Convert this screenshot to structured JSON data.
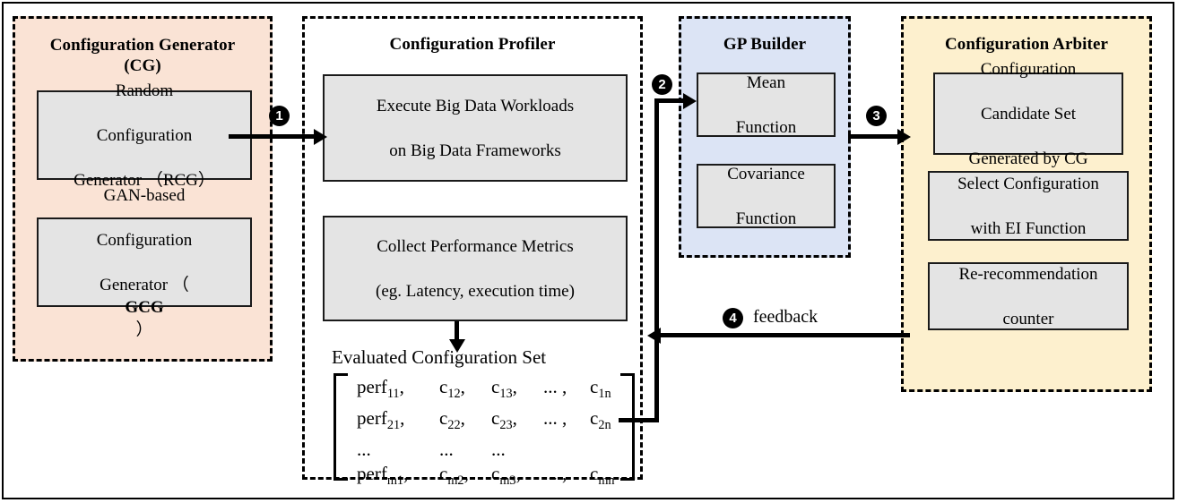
{
  "diagram": {
    "title_hidden": "Big Data configuration tuning framework",
    "colors": {
      "generator_panel": "#fae3d5",
      "gp_panel": "#dce4f5",
      "arbiter_panel": "#fdf0ce",
      "inner_box": "#e4e4e4",
      "stroke": "#000000"
    }
  },
  "panels": {
    "generator": {
      "title_line1": "Configuration Generator",
      "title_line2": "(CG)",
      "boxes": [
        {
          "line1": "Random",
          "line2": "Configuration",
          "line3": "Generator （RCG）"
        },
        {
          "line1": "GAN-based",
          "line2": "Configuration",
          "line3_pre": "Generator （",
          "line3_bold": "GCG",
          "line3_post": "）"
        }
      ]
    },
    "profiler": {
      "title": "Configuration Profiler",
      "boxes": [
        {
          "line1": "Execute Big Data Workloads",
          "line2": "on Big Data Frameworks"
        },
        {
          "line1": "Collect Performance Metrics",
          "line2": "(eg. Latency, execution time)"
        }
      ],
      "set_label": "Evaluated Configuration Set",
      "matrix": {
        "rows": [
          {
            "cells": [
              "perf11,",
              "c12,",
              "c13,",
              "... ,",
              "c1n"
            ]
          },
          {
            "cells": [
              "perf21,",
              "c22,",
              "c23,",
              "... ,",
              "c2n"
            ]
          },
          {
            "cells": [
              "...",
              "...",
              "...",
              "",
              ""
            ]
          },
          {
            "cells": [
              "perfm1,",
              "cm2,",
              "cm3,",
              "... ,",
              "cmn"
            ]
          }
        ],
        "rows_rich": [
          {
            "c1": [
              "perf",
              "11"
            ],
            "c2": [
              "c",
              "12"
            ],
            "c3": [
              "c",
              "13"
            ],
            "c4": "... ,",
            "c5": [
              "c",
              "1n"
            ]
          },
          {
            "c1": [
              "perf",
              "21"
            ],
            "c2": [
              "c",
              "22"
            ],
            "c3": [
              "c",
              "23"
            ],
            "c4": "... ,",
            "c5": [
              "c",
              "2n"
            ]
          },
          {
            "c1": [
              "...",
              ""
            ],
            "c2": [
              "...",
              ""
            ],
            "c3": [
              "...",
              ""
            ],
            "c4": "",
            "c5": [
              "",
              ""
            ]
          },
          {
            "c1": [
              "perf",
              "m1"
            ],
            "c2": [
              "c",
              "m2"
            ],
            "c3": [
              "c",
              "m3"
            ],
            "c4": "... ,",
            "c5": [
              "c",
              "mn"
            ]
          }
        ]
      }
    },
    "gp_builder": {
      "title": "GP Builder",
      "boxes": [
        {
          "line1": "Mean",
          "line2": "Function"
        },
        {
          "line1": "Covariance",
          "line2": "Function"
        }
      ]
    },
    "arbiter": {
      "title": "Configuration Arbiter",
      "boxes": [
        {
          "line1": "Configuration",
          "line2": "Candidate Set",
          "line3": "Generated by CG"
        },
        {
          "line1": "Select Configuration",
          "line2": "with EI Function"
        },
        {
          "line1": "Re-recommendation",
          "line2": "counter"
        }
      ]
    }
  },
  "flow": {
    "badge_1": "1",
    "badge_2": "2",
    "badge_3": "3",
    "badge_4": "4",
    "feedback_label": "feedback"
  }
}
